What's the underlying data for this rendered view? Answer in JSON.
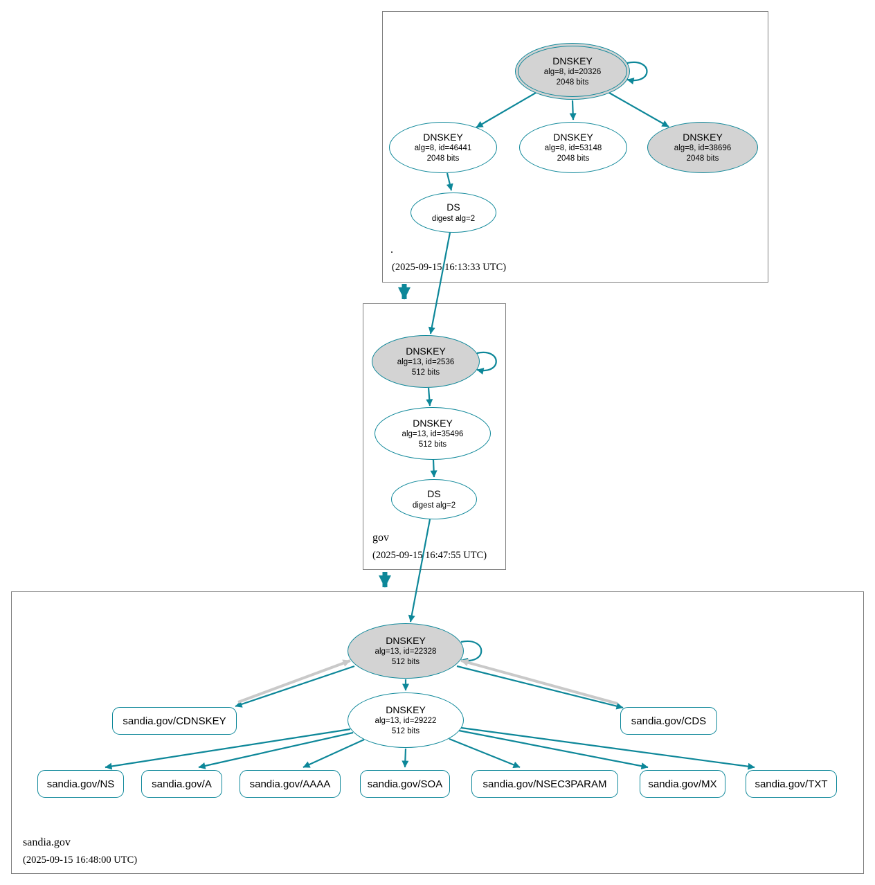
{
  "zones": [
    {
      "name": ".",
      "timestamp": "(2025-09-15 16:13:33 UTC)"
    },
    {
      "name": "gov",
      "timestamp": "(2025-09-15 16:47:55 UTC)"
    },
    {
      "name": "sandia.gov",
      "timestamp": "(2025-09-15 16:48:00 UTC)"
    }
  ],
  "nodes": {
    "root_ksk": {
      "title": "DNSKEY",
      "detail": "alg=8, id=20326",
      "bits": "2048 bits"
    },
    "root_key_46441": {
      "title": "DNSKEY",
      "detail": "alg=8, id=46441",
      "bits": "2048 bits"
    },
    "root_key_53148": {
      "title": "DNSKEY",
      "detail": "alg=8, id=53148",
      "bits": "2048 bits"
    },
    "root_key_38696": {
      "title": "DNSKEY",
      "detail": "alg=8, id=38696",
      "bits": "2048 bits"
    },
    "root_ds": {
      "title": "DS",
      "detail": "digest alg=2"
    },
    "gov_ksk": {
      "title": "DNSKEY",
      "detail": "alg=13, id=2536",
      "bits": "512 bits"
    },
    "gov_zsk": {
      "title": "DNSKEY",
      "detail": "alg=13, id=35496",
      "bits": "512 bits"
    },
    "gov_ds": {
      "title": "DS",
      "detail": "digest alg=2"
    },
    "sandia_ksk": {
      "title": "DNSKEY",
      "detail": "alg=13, id=22328",
      "bits": "512 bits"
    },
    "sandia_zsk": {
      "title": "DNSKEY",
      "detail": "alg=13, id=29222",
      "bits": "512 bits"
    },
    "cdnskey": {
      "label": "sandia.gov/CDNSKEY"
    },
    "cds": {
      "label": "sandia.gov/CDS"
    },
    "ns": {
      "label": "sandia.gov/NS"
    },
    "a": {
      "label": "sandia.gov/A"
    },
    "aaaa": {
      "label": "sandia.gov/AAAA"
    },
    "soa": {
      "label": "sandia.gov/SOA"
    },
    "nsec3param": {
      "label": "sandia.gov/NSEC3PARAM"
    },
    "mx": {
      "label": "sandia.gov/MX"
    },
    "txt": {
      "label": "sandia.gov/TXT"
    }
  },
  "colors": {
    "secure_teal": "#0d8799",
    "node_gray_fill": "#d3d3d3",
    "cds_edge_gray": "#c9c9c9",
    "zone_border": "#7d7d7d"
  }
}
